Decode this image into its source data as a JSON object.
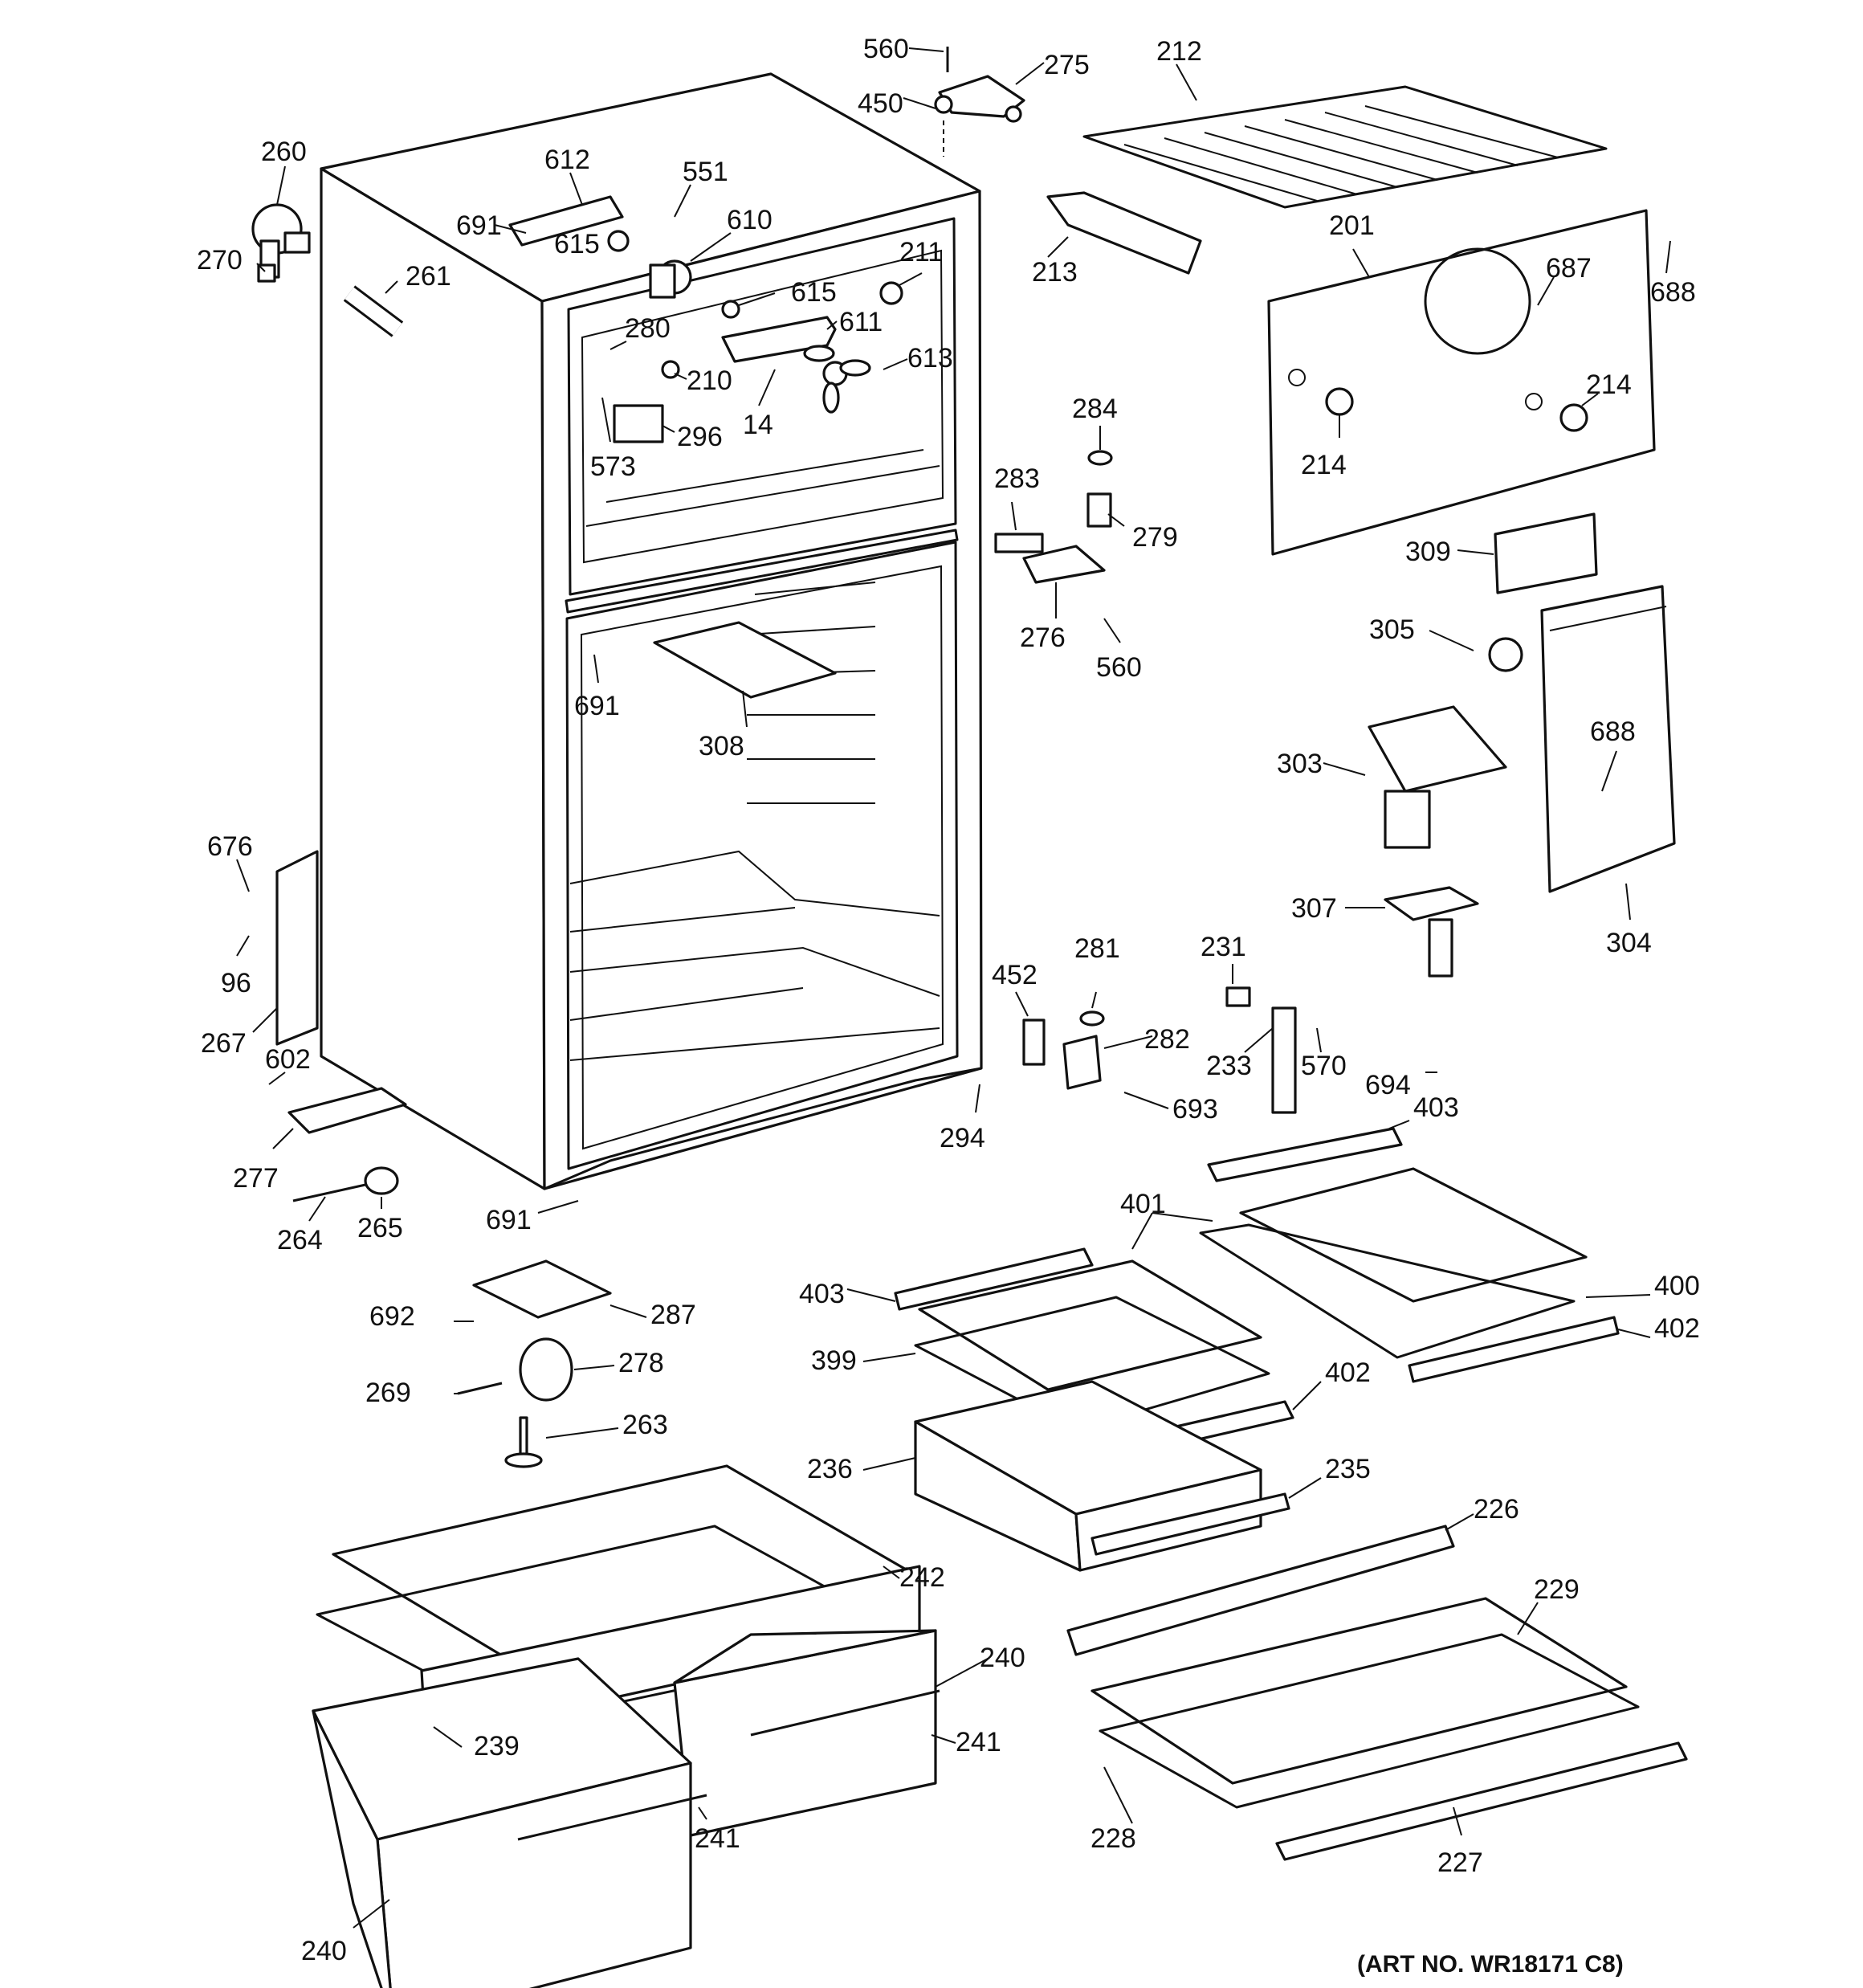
{
  "art_number": "(ART NO. WR18171 C8)",
  "labels": [
    "560",
    "275",
    "212",
    "450",
    "260",
    "612",
    "551",
    "691",
    "610",
    "615",
    "270",
    "261",
    "211",
    "615",
    "280",
    "611",
    "210",
    "613",
    "573",
    "296",
    "14",
    "213",
    "201",
    "687",
    "688",
    "214",
    "214",
    "284",
    "283",
    "279",
    "309",
    "276",
    "560",
    "305",
    "691",
    "308",
    "303",
    "688",
    "676",
    "96",
    "267",
    "304",
    "307",
    "452",
    "281",
    "231",
    "282",
    "233",
    "570",
    "602",
    "694",
    "693",
    "294",
    "403",
    "401",
    "277",
    "264",
    "265",
    "691",
    "403",
    "400",
    "402",
    "692",
    "287",
    "399",
    "402",
    "278",
    "269",
    "263",
    "236",
    "235",
    "226",
    "242",
    "229",
    "240",
    "241",
    "239",
    "241",
    "228",
    "227",
    "240"
  ]
}
